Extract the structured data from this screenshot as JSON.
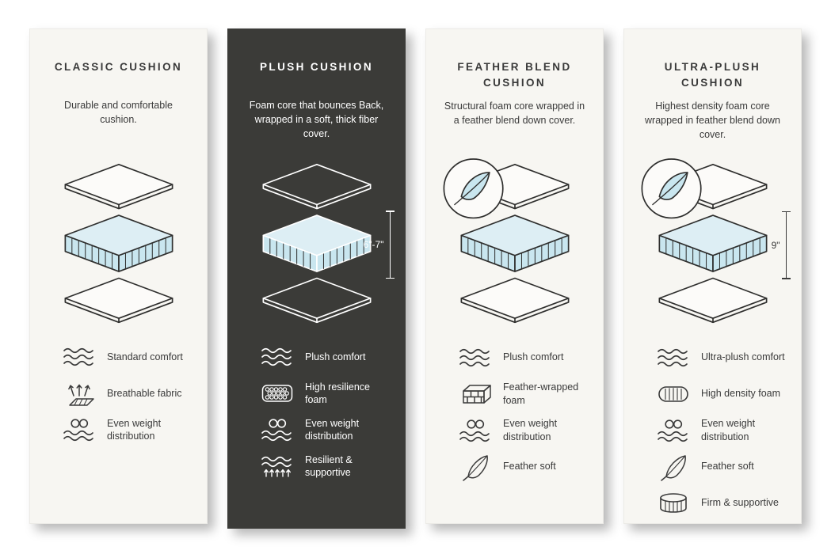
{
  "colors": {
    "foam_blue": "#c9e6ef",
    "card_light": "#f7f6f2",
    "card_dark": "#3b3b38",
    "line_dark": "#2f2f2e"
  },
  "cards": [
    {
      "id": "classic",
      "title": "CLASSIC CUSHION",
      "description": "Durable and comfortable cushion.",
      "features": [
        {
          "icon": "waves-icon",
          "label": "Standard comfort"
        },
        {
          "icon": "breathable-icon",
          "label": "Breathable fabric"
        },
        {
          "icon": "even-weight-icon",
          "label": "Even weight distribution"
        }
      ]
    },
    {
      "id": "plush",
      "title": "PLUSH CUSHION",
      "description": "Foam core that bounces Back, wrapped in a soft, thick fiber cover.",
      "measurement": "6\"-7\"",
      "features": [
        {
          "icon": "waves-icon",
          "label": "Plush comfort"
        },
        {
          "icon": "foam-cells-icon",
          "label": "High resilience foam"
        },
        {
          "icon": "even-weight-icon",
          "label": "Even weight distribution"
        },
        {
          "icon": "resilient-icon",
          "label": "Resilient & supportive"
        }
      ]
    },
    {
      "id": "feather-blend",
      "title": "FEATHER BLEND CUSHION",
      "description": "Structural foam core wrapped in a feather blend down cover.",
      "features": [
        {
          "icon": "waves-icon",
          "label": "Plush comfort"
        },
        {
          "icon": "brick-foam-icon",
          "label": "Feather-wrapped foam"
        },
        {
          "icon": "even-weight-icon",
          "label": "Even weight distribution"
        },
        {
          "icon": "feather-icon",
          "label": "Feather soft"
        }
      ]
    },
    {
      "id": "ultra-plush",
      "title": "ULTRA-PLUSH CUSHION",
      "description": "Highest density foam core wrapped in feather blend down cover.",
      "measurement": "9\"",
      "features": [
        {
          "icon": "waves-icon",
          "label": "Ultra-plush comfort"
        },
        {
          "icon": "striped-foam-icon",
          "label": "High density foam"
        },
        {
          "icon": "even-weight-icon",
          "label": "Even weight distribution"
        },
        {
          "icon": "feather-icon",
          "label": "Feather soft"
        },
        {
          "icon": "firm-support-icon",
          "label": "Firm & supportive"
        }
      ]
    }
  ]
}
